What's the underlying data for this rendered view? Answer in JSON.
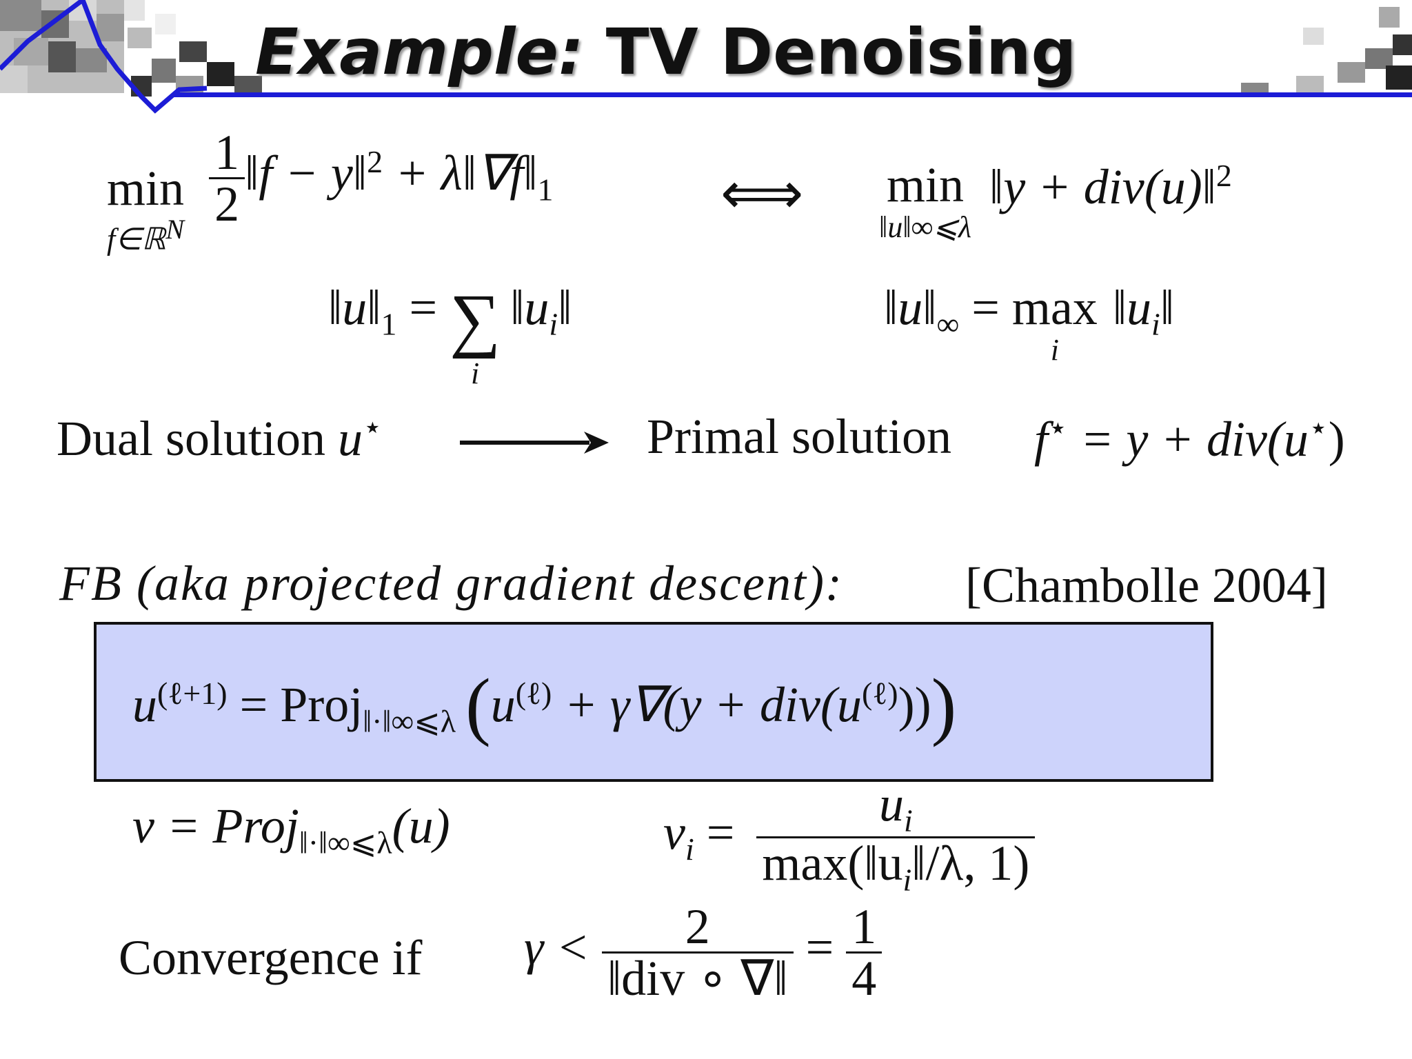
{
  "slide": {
    "title_prefix": "Example:",
    "title_main": " TV Denoising",
    "header_rule_color": "#1c1cd6",
    "box_fill_color": "#cdd3fb"
  },
  "primal_problem": {
    "op": "min",
    "op_sub": "f∈ℝ",
    "op_sub_sup": "N",
    "frac_num": "1",
    "frac_den": "2",
    "body": "‖f − y‖",
    "body_sup": "2",
    "body2": " + λ‖∇f‖",
    "body2_sub": "1"
  },
  "equivalence_symbol": "⟺",
  "dual_problem": {
    "op": "min",
    "op_sub": "‖u‖∞⩽λ",
    "body": "‖y + div(u)‖",
    "body_sup": "2"
  },
  "norm_one": {
    "lhs": "‖u‖",
    "lhs_sub": "1",
    "eq": " = ",
    "sum_symbol": "∑",
    "sum_sub": "i",
    "rhs": "‖u",
    "rhs_sub": "i",
    "rhs_end": "‖"
  },
  "norm_inf": {
    "lhs": "‖u‖",
    "lhs_sub": "∞",
    "eq": " = ",
    "op": "max",
    "op_sub": "i",
    "rhs": "‖u",
    "rhs_sub": "i",
    "rhs_end": "‖"
  },
  "solution_line": {
    "dual_label": "Dual solution",
    "dual_var": "u",
    "dual_var_sup": "⋆",
    "primal_label": "Primal solution",
    "primal_formula": "f",
    "primal_formula_sup": "⋆",
    "primal_formula_rest": " = y + div(u",
    "primal_formula_rest_sup": "⋆",
    "primal_formula_end": ")"
  },
  "fb_heading": {
    "text": "FB (aka projected gradient descent):",
    "citation": "[Chambolle 2004]"
  },
  "iteration": {
    "lhs": "u",
    "lhs_sup": "(ℓ+1)",
    "eq": " = Proj",
    "proj_sub": "‖·‖∞⩽λ",
    "open": "(",
    "t1": "u",
    "t1_sup": "(ℓ)",
    "t2": " + γ∇(y + div(u",
    "t2_sup": "(ℓ)",
    "close_inner": "))",
    "close": ")"
  },
  "projection": {
    "lhs": "v = Proj",
    "lhs_sub": "‖·‖∞⩽λ",
    "lhs_end": "(u)",
    "vi": "v",
    "vi_sub": "i",
    "eq": " = ",
    "num": "u",
    "num_sub": "i",
    "den": "max(‖u",
    "den_sub": "i",
    "den_end": "‖/λ, 1)"
  },
  "convergence": {
    "label": "Convergence if",
    "lhs": "γ < ",
    "frac_num": "2",
    "frac_den": "‖div ∘ ∇‖",
    "eq": " = ",
    "result_num": "1",
    "result_den": "4"
  }
}
